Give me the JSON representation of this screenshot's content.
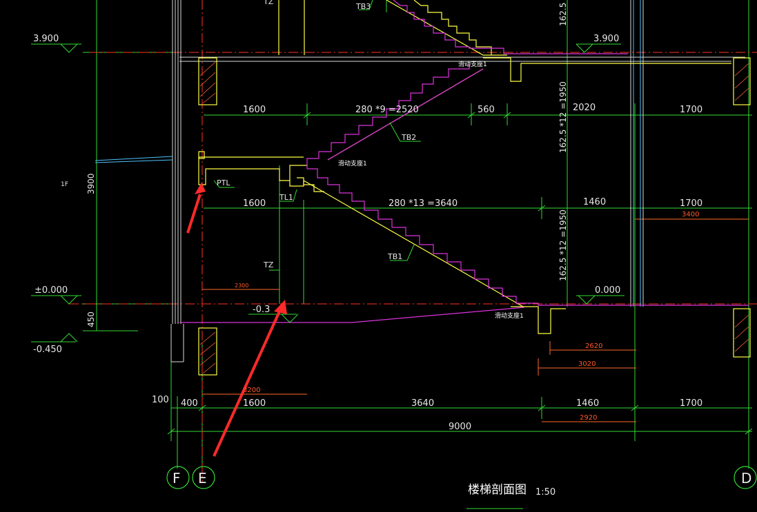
{
  "drawing": {
    "title": "楼梯剖面图",
    "scale": "1:50"
  },
  "elevations": {
    "top_left": "3.900",
    "top_right": "3.900",
    "zero_left": "±0.000",
    "zero_right": "0.000",
    "pit": "-0.3",
    "ground": "-0.450"
  },
  "vertical_dims": {
    "floor_height": "3900",
    "floor_label": "1F",
    "base": "450",
    "flight_top": "162.5",
    "flight_upper": "162.5 *12 =1950",
    "flight_lower": "162.5 *12 =1950"
  },
  "dims_upper_row": {
    "a": "1600",
    "b": "280 *9 =2520",
    "c": "560",
    "d": "2020",
    "e": "1700"
  },
  "dims_middle_row": {
    "a": "1600",
    "b": "280 *13 =3640",
    "c": "1460",
    "d": "1700",
    "red": "3400"
  },
  "dims_bottom_row": {
    "left": "100",
    "a": "400",
    "b": "1600",
    "c": "3640",
    "d": "1460",
    "e": "1700",
    "total": "9000"
  },
  "red_dims": {
    "d2300": "2300",
    "d3200": "3200",
    "d2620": "2620",
    "d3020": "3020",
    "d2920": "2920"
  },
  "members": {
    "tb3": "TB3",
    "tb2": "TB2",
    "tb1": "TB1",
    "tz_top": "TZ",
    "tz": "TZ",
    "tl1": "TL1",
    "ptl": "PTL",
    "support": "滑动支座1"
  },
  "axes": {
    "f": "F",
    "e": "E",
    "d": "D"
  }
}
